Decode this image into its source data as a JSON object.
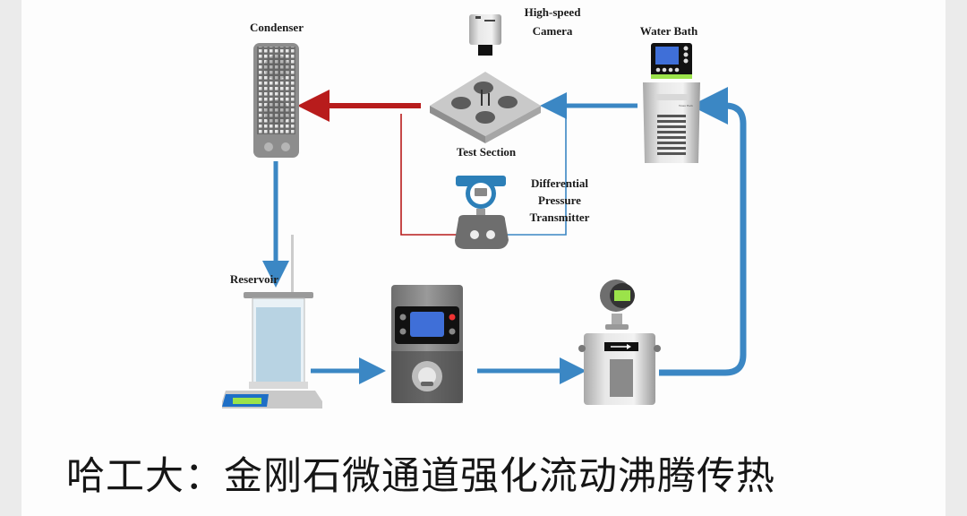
{
  "diagram": {
    "labels": {
      "condenser": "Condenser",
      "camera_line1": "High-speed",
      "camera_line2": "Camera",
      "water_bath": "Water Bath",
      "test_section": "Test Section",
      "dpt_line1": "Differential",
      "dpt_line2": "Pressure",
      "dpt_line3": "Transmitter",
      "reservoir": "Reservoir",
      "water_bath_plate": "Water Bath"
    },
    "components": [
      "condenser",
      "high-speed-camera",
      "test-section",
      "water-bath",
      "differential-pressure-transmitter",
      "reservoir",
      "pump",
      "flow-meter"
    ],
    "colors": {
      "cold_line": "#3b87c4",
      "hot_line": "#b81c1c",
      "device_gray": "#8a8a8a",
      "screen_blue": "#3f6fd8",
      "screen_green": "#9be34a"
    }
  },
  "caption": {
    "text": "哈工大：金刚石微通道强化流动沸腾传热"
  }
}
